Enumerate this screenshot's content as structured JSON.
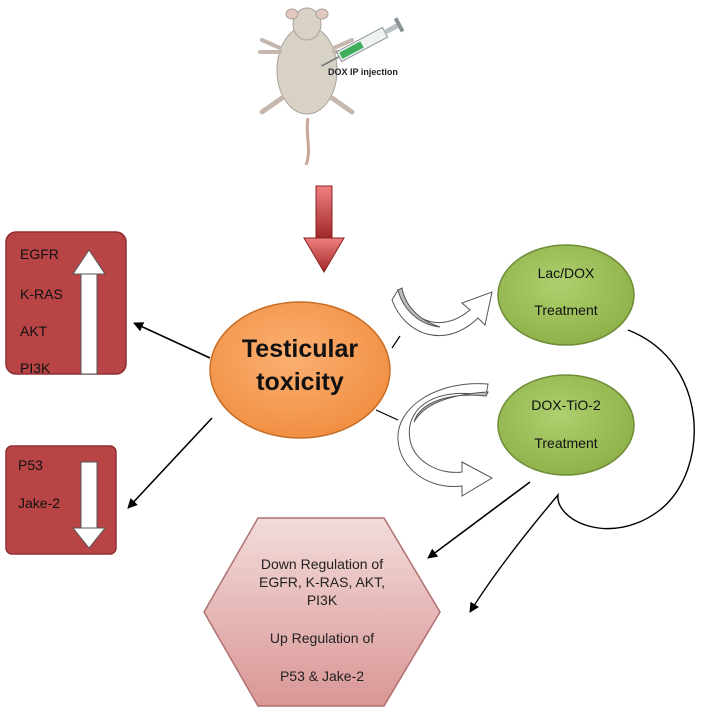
{
  "injection": {
    "label": "DOX IP injection"
  },
  "center": {
    "line1": "Testicular",
    "line2": "toxicity"
  },
  "up_box": {
    "items": [
      "EGFR",
      "K-RAS",
      "AKT",
      "PI3K"
    ]
  },
  "down_box": {
    "items": [
      "P53",
      "Jake-2"
    ]
  },
  "treatment_1": {
    "line1": "Lac/DOX",
    "line2": "Treatment"
  },
  "treatment_2": {
    "line1": "DOX-TiO-2",
    "line2": "Treatment"
  },
  "outcome": {
    "line1": "Down Regulation of",
    "line2": "EGFR, K-RAS, AKT,",
    "line3": "PI3K",
    "line4": "Up Regulation of",
    "line5": "P53 & Jake-2"
  },
  "colors": {
    "box_red": "#b84446",
    "center_orange": "#f79646",
    "oval_green": "#9bbb59",
    "hex_pink": "#e6b8b7",
    "arrow_red": "#b8312f"
  }
}
